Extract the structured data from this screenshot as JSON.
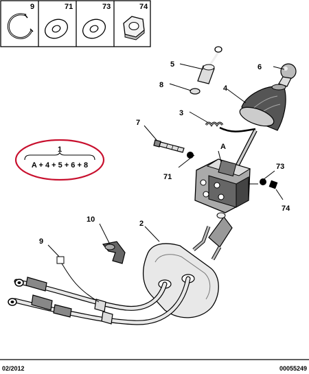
{
  "legend_boxes": [
    {
      "label": "9",
      "icon": "circlip-icon"
    },
    {
      "label": "71",
      "icon": "washer-icon"
    },
    {
      "label": "73",
      "icon": "washer-icon"
    },
    {
      "label": "74",
      "icon": "hex-nut-icon"
    }
  ],
  "callouts": {
    "c1": "1",
    "c2": "2",
    "c3": "3",
    "c4": "4",
    "c5": "5",
    "c6": "6",
    "c7": "7",
    "c8": "8",
    "c9": "9",
    "c10": "10",
    "c71": "71",
    "c73": "73",
    "c74": "74",
    "cA": "A"
  },
  "assembly_note": {
    "number": "1",
    "formula": "A + 4 + 5 + 6 + 8",
    "highlight_color": "#c8102e"
  },
  "footer": {
    "date": "02/2012",
    "ref": "00055249"
  }
}
